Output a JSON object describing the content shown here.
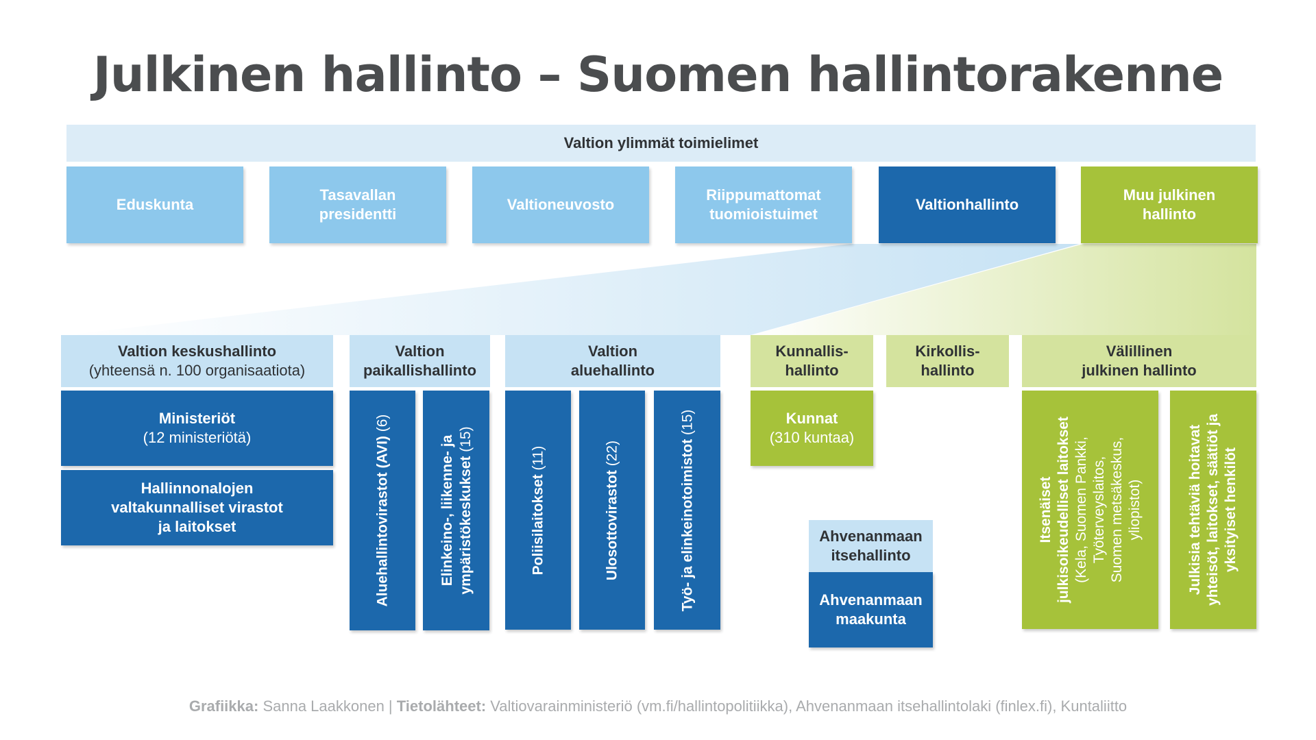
{
  "title": "Julkinen hallinto – Suomen hallintorakenne",
  "top_band": "Valtion ylimmät toimielimet",
  "top_boxes": [
    {
      "line1": "Eduskunta",
      "line2": ""
    },
    {
      "line1": "Tasavallan",
      "line2": "presidentti"
    },
    {
      "line1": "Valtioneuvosto",
      "line2": ""
    },
    {
      "line1": "Riippumattomat",
      "line2": "tuomioistuimet"
    },
    {
      "line1": "Valtionhallinto",
      "line2": ""
    },
    {
      "line1": "Muu julkinen",
      "line2": "hallinto"
    }
  ],
  "keskushallinto": {
    "head1": "Valtion keskushallinto",
    "head2": "(yhteensä n. 100 organisaatiota)",
    "ministeriot1": "Ministeriöt",
    "ministeriot2": "(12 ministeriötä)",
    "virastot1": "Hallinnonalojen",
    "virastot2": "valtakunnalliset virastot",
    "virastot3": "ja laitokset"
  },
  "paikallishallinto": {
    "head1": "Valtion",
    "head2": "paikallishallinto",
    "col1": "Aluehallintovirastot (AVI)",
    "col1_count": " (6)",
    "col2a": "Elinkeino-, liikenne- ja",
    "col2b": "ympäristökeskukset",
    "col2_count": " (15)"
  },
  "aluehallinto": {
    "head1": "Valtion",
    "head2": "aluehallinto",
    "col1": "Poliisilaitokset",
    "col1_count": " (11)",
    "col2": "Ulosottovirastot",
    "col2_count": " (22)",
    "col3": "Työ- ja elinkeinotoimistot",
    "col3_count": " (15)"
  },
  "kunnallishallinto": {
    "head1": "Kunnallis-",
    "head2": "hallinto",
    "body1": "Kunnat",
    "body2": "(310 kuntaa)"
  },
  "kirkollishallinto": {
    "head1": "Kirkollis-",
    "head2": "hallinto"
  },
  "valillinen": {
    "head1": "Välillinen",
    "head2": "julkinen hallinto",
    "col1a": "Itsenäiset",
    "col1b": "julkisoikeudelliset laitokset",
    "col1c": "(Kela, Suomen Pankki,",
    "col1d": "Työterveyslaitos,",
    "col1e": "Suomen metsäkeskus,",
    "col1f": "yliopistot)",
    "col2a": "Julkisia tehtäviä hoitavat",
    "col2b": "yhteisöt, laitokset, säätiöt ja",
    "col2c": "yksityiset henkilöt"
  },
  "ahvenanmaa": {
    "head1": "Ahvenanmaan",
    "head2": "itsehallinto",
    "body1": "Ahvenanmaan",
    "body2": "maakunta"
  },
  "footer": {
    "label1": "Grafiikka:",
    "text1": " Sanna Laakkonen | ",
    "label2": "Tietolähteet:",
    "text2": " Valtiovarainministeriö (vm.fi/hallintopolitiikka), Ahvenanmaan itsehallintolaki (finlex.fi), Kuntaliitto"
  },
  "colors": {
    "light_blue": "#8dc8ec",
    "dark_blue": "#1c68ac",
    "green": "#a6c23a",
    "band": "#dcecf7",
    "head_blue": "#c6e2f4",
    "head_green": "#d4e39e"
  }
}
